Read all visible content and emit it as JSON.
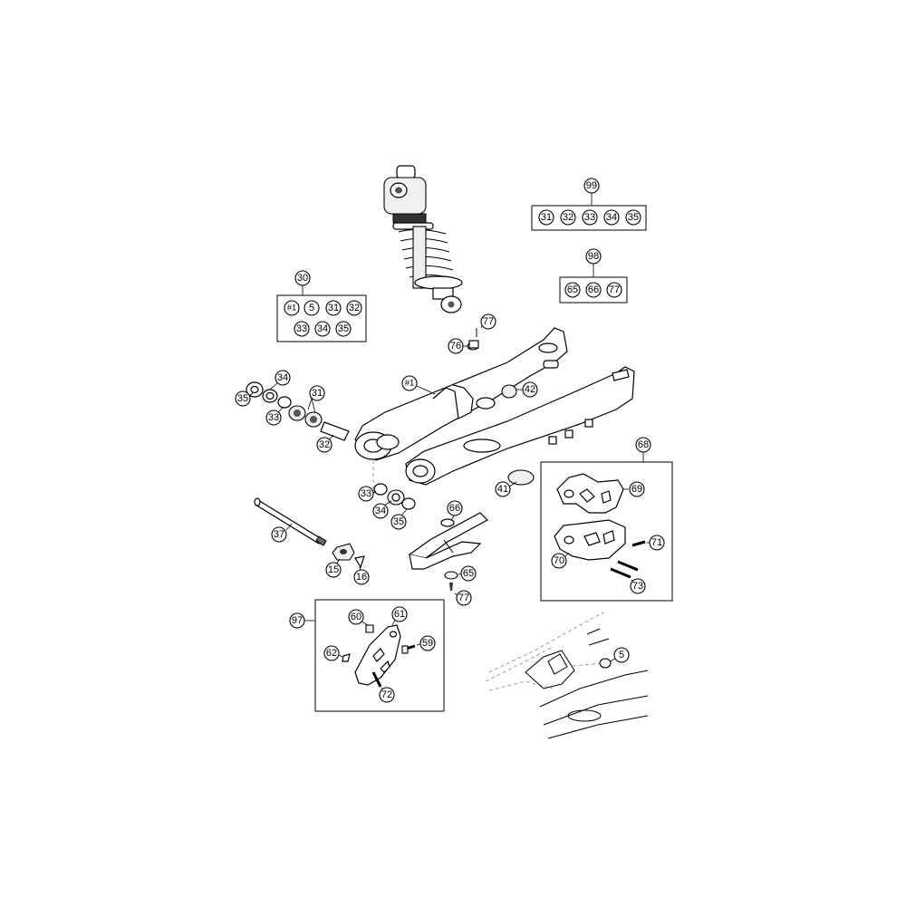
{
  "diagram": {
    "kit_99": {
      "label": "99",
      "items": [
        "31",
        "32",
        "33",
        "34",
        "35"
      ]
    },
    "kit_98": {
      "label": "98",
      "items": [
        "65",
        "66",
        "77"
      ]
    },
    "kit_30": {
      "label": "30",
      "items": [
        "#1",
        "5",
        "31",
        "32",
        "33",
        "34",
        "35"
      ]
    },
    "group_68": {
      "label": "68"
    },
    "group_97": {
      "label": "97"
    },
    "callouts": {
      "c77a": "77",
      "c76": "76",
      "c1": "#1",
      "c42": "42",
      "c34a": "34",
      "c35a": "35",
      "c31": "31",
      "c33a": "33",
      "c32": "32",
      "c41": "41",
      "c66": "66",
      "c33b": "33",
      "c34b": "34",
      "c35b": "35",
      "c37": "37",
      "c15": "15",
      "c16": "16",
      "c65": "65",
      "c77b": "77",
      "c69": "69",
      "c71": "71",
      "c70": "70",
      "c73": "73",
      "c60": "60",
      "c61": "61",
      "c59": "59",
      "c62": "62",
      "c72": "72",
      "c5": "5"
    }
  }
}
